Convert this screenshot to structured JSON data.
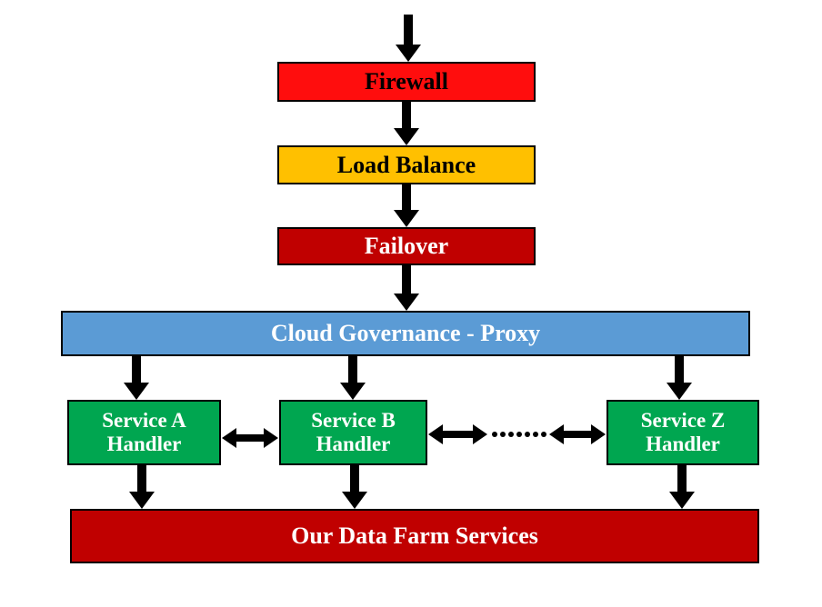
{
  "diagram": {
    "background_color": "#FFFFFF",
    "connector_color": "#000000",
    "border_color": "#000000",
    "nodes": {
      "firewall": {
        "label": "Firewall",
        "fill": "#FF0D0D",
        "text_color": "#000000"
      },
      "load_balance": {
        "label": "Load Balance",
        "fill": "#FFC000",
        "text_color": "#000000"
      },
      "failover": {
        "label": "Failover",
        "fill": "#C00000",
        "text_color": "#FFFFFF"
      },
      "cloud_governance": {
        "label": "Cloud Governance - Proxy",
        "fill": "#5B9BD5",
        "text_color": "#FFFFFF"
      },
      "service_a": {
        "line1": "Service A",
        "line2": "Handler",
        "fill": "#00A650",
        "text_color": "#FFFFFF"
      },
      "service_b": {
        "line1": "Service B",
        "line2": "Handler",
        "fill": "#00A650",
        "text_color": "#FFFFFF"
      },
      "service_z": {
        "line1": "Service Z",
        "line2": "Handler",
        "fill": "#00A650",
        "text_color": "#FFFFFF"
      },
      "data_farm": {
        "label": "Our Data Farm Services",
        "fill": "#C00000",
        "text_color": "#FFFFFF"
      }
    },
    "connections": [
      {
        "to": "Firewall",
        "style": "entry-arrow"
      },
      {
        "from": "Firewall",
        "to": "Load Balance",
        "style": "arrow"
      },
      {
        "from": "Load Balance",
        "to": "Failover",
        "style": "arrow"
      },
      {
        "from": "Failover",
        "to": "Cloud Governance - Proxy",
        "style": "arrow"
      },
      {
        "from": "Cloud Governance - Proxy",
        "to": "Service A Handler",
        "style": "arrow"
      },
      {
        "from": "Cloud Governance - Proxy",
        "to": "Service B Handler",
        "style": "arrow"
      },
      {
        "from": "Cloud Governance - Proxy",
        "to": "Service Z Handler",
        "style": "arrow"
      },
      {
        "from": "Service A Handler",
        "to": "Service B Handler",
        "style": "double-arrow"
      },
      {
        "from": "Service B Handler",
        "to": "Service Z Handler",
        "style": "double-arrow-with-ellipsis"
      },
      {
        "from": "Service A Handler",
        "to": "Our Data Farm Services",
        "style": "arrow"
      },
      {
        "from": "Service B Handler",
        "to": "Our Data Farm Services",
        "style": "arrow"
      },
      {
        "from": "Service Z Handler",
        "to": "Our Data Farm Services",
        "style": "arrow"
      }
    ]
  }
}
